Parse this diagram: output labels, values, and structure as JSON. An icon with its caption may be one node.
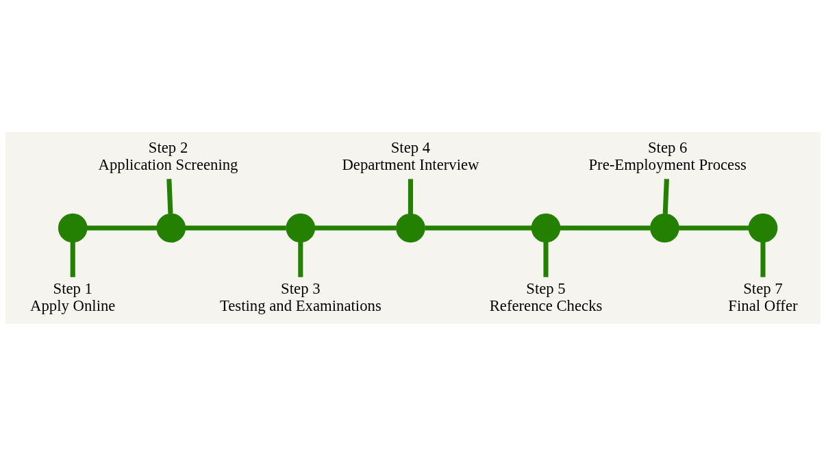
{
  "diagram": {
    "nodes": [
      {
        "text": [],
        "shape": "circle"
      },
      {
        "text": [],
        "shape": "circle"
      },
      {
        "text": [],
        "shape": "circle"
      },
      {
        "text": [],
        "shape": "circle"
      },
      {
        "text": [],
        "shape": "circle"
      },
      {
        "text": [],
        "shape": "circle"
      },
      {
        "text": [],
        "shape": "circle"
      },
      {
        "text": [
          "Step 1",
          "Apply Online"
        ]
      },
      {
        "text": [
          "Step 2",
          "Application Screening"
        ]
      },
      {
        "text": [
          "Step 3",
          "Testing and Examinations"
        ]
      },
      {
        "text": [
          "Step 4",
          "Department Interview"
        ]
      },
      {
        "text": [
          "Step 5",
          "Reference Checks"
        ]
      },
      {
        "text": [
          "Step 6",
          "Pre-Employment Process"
        ]
      },
      {
        "text": [
          "Step 7",
          "Final Offer"
        ]
      }
    ],
    "edges": [
      {
        "from": 0,
        "to": 1,
        "arrow": "none"
      },
      {
        "from": 1,
        "to": 2,
        "arrow": "none"
      },
      {
        "from": 2,
        "to": 3,
        "arrow": "none"
      },
      {
        "from": 3,
        "to": 4,
        "arrow": "none"
      },
      {
        "from": 4,
        "to": 5,
        "arrow": "none"
      },
      {
        "from": 5,
        "to": 6,
        "arrow": "none"
      },
      {
        "from": 0,
        "to": 7,
        "arrow": "none"
      },
      {
        "from": 1,
        "to": 8,
        "arrow": "none"
      },
      {
        "from": 2,
        "to": 9,
        "arrow": "none"
      },
      {
        "from": 3,
        "to": 10,
        "arrow": "none"
      },
      {
        "from": 4,
        "to": 11,
        "arrow": "none"
      },
      {
        "from": 5,
        "to": 12,
        "arrow": "none"
      },
      {
        "from": 6,
        "to": 13,
        "arrow": "none"
      }
    ]
  }
}
